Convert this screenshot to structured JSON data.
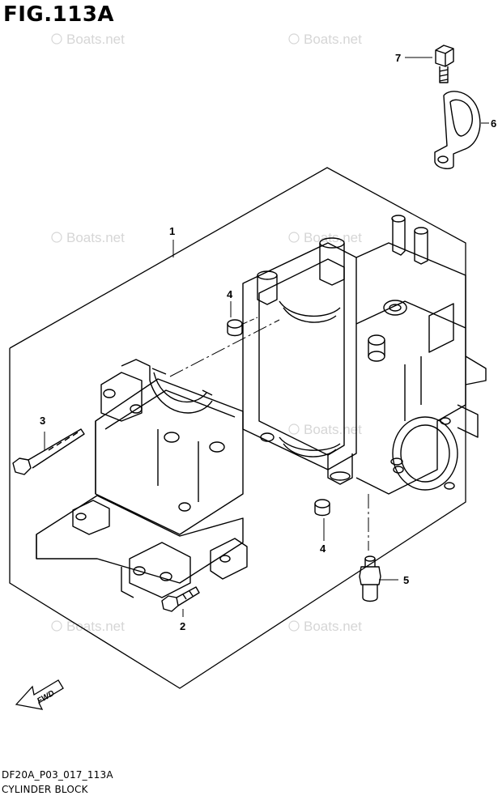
{
  "figure": {
    "title": "FIG.113A",
    "code": "DF20A_P03_017_113A",
    "caption": "CYLINDER BLOCK"
  },
  "callouts": [
    "1",
    "2",
    "3",
    "4",
    "4",
    "5",
    "6",
    "7"
  ],
  "watermark": "Boats.net",
  "fwd_label": "FWD",
  "colors": {
    "line": "#000000",
    "watermark": "#d6d6d6",
    "background": "#ffffff"
  }
}
